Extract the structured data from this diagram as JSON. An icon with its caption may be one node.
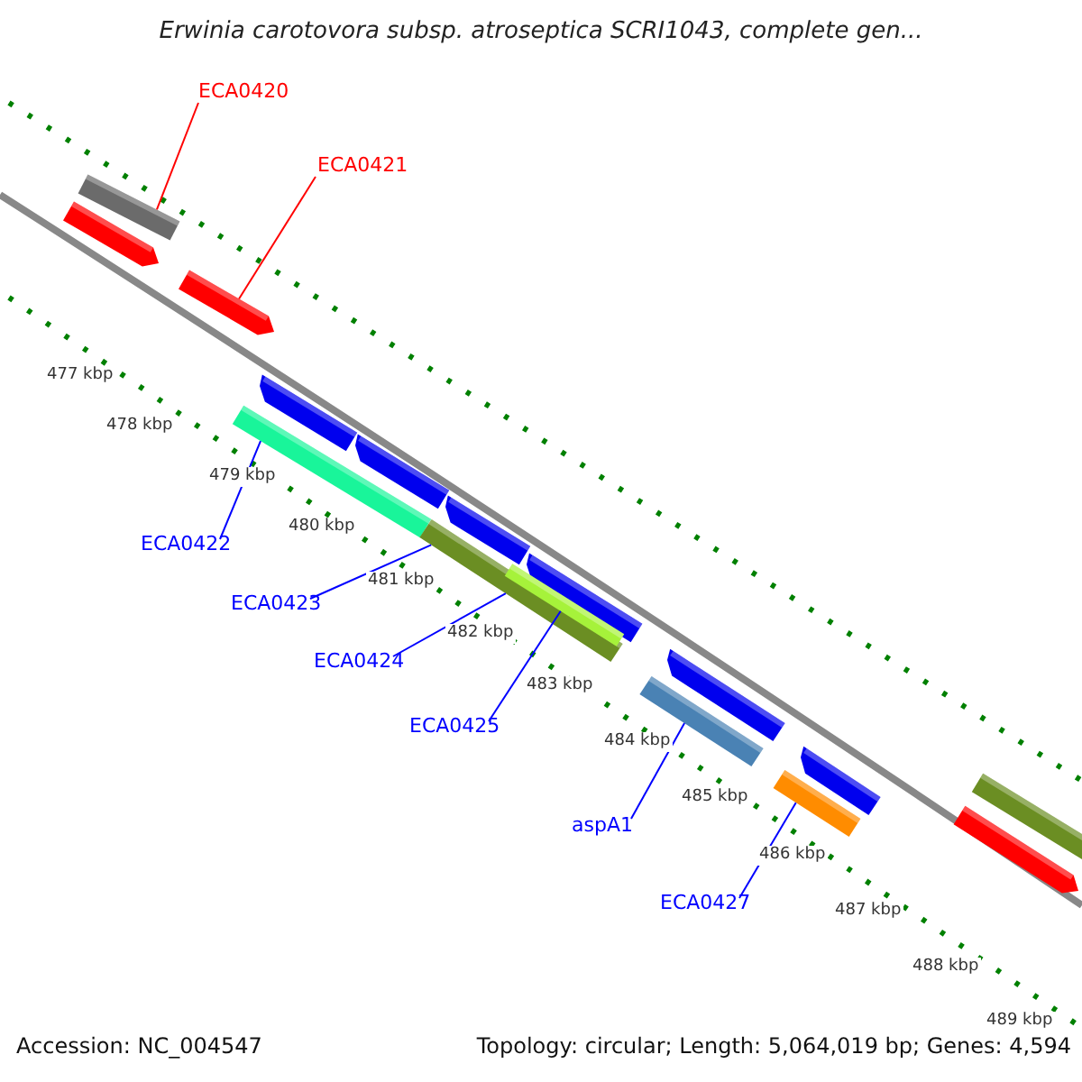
{
  "diagram": {
    "title": "Erwinia carotovora subsp. atroseptica SCRI1043, complete gen...",
    "nodes": [
      {
        "text": [
          "ECA0420"
        ]
      },
      {
        "text": [
          "ECA0421"
        ]
      },
      {
        "text": [
          "ECA0422"
        ]
      },
      {
        "text": [
          "ECA0423"
        ]
      },
      {
        "text": [
          "ECA0424"
        ]
      },
      {
        "text": [
          "ECA0425"
        ]
      },
      {
        "text": [
          "aspA1"
        ]
      },
      {
        "text": [
          "ECA0427"
        ]
      },
      {
        "text": [],
        "shape": "bar"
      },
      {
        "text": [],
        "shape": "bar"
      },
      {
        "text": [],
        "shape": "bar"
      },
      {
        "text": [],
        "shape": "bar"
      },
      {
        "text": [],
        "shape": "bar"
      },
      {
        "text": [],
        "shape": "bar"
      },
      {
        "text": [],
        "shape": "bar"
      }
    ],
    "edges": [
      {
        "from": 0,
        "to": 8,
        "arrow": "none",
        "color": "#ff0000"
      },
      {
        "from": 1,
        "to": 9,
        "arrow": "none",
        "color": "#ff0000"
      },
      {
        "from": 2,
        "to": 10,
        "arrow": "none"
      },
      {
        "from": 3,
        "to": 11,
        "arrow": "none"
      },
      {
        "from": 4,
        "to": 11,
        "arrow": "none"
      },
      {
        "from": 5,
        "to": 12,
        "arrow": "none"
      },
      {
        "from": 6,
        "to": 13,
        "arrow": "none"
      },
      {
        "from": 7,
        "to": 14,
        "arrow": "none"
      }
    ],
    "labels": [
      "477 kbp",
      "478 kbp",
      "479 kbp",
      "480 kbp",
      "481 kbp",
      "482 kbp",
      "483 kbp",
      "484 kbp",
      "485 kbp",
      "486 kbp",
      "487 kbp",
      "488 kbp",
      "489 kbp",
      "Accession: NC_004547",
      "Topology: circular; Length: 5,064,019 bp; Genes: 4,594"
    ]
  }
}
